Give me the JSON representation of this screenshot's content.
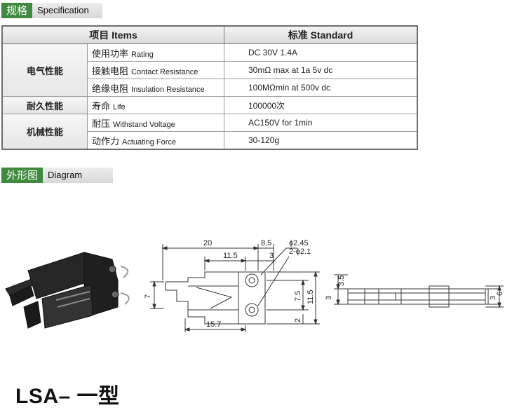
{
  "spec_header": {
    "cn": "规格",
    "en": "Specification"
  },
  "table": {
    "head": {
      "items_cn": "项目",
      "items_en": "Items",
      "standard_cn": "标准",
      "standard_en": "Standard"
    },
    "groups": [
      {
        "category": "电气性能",
        "rows": [
          {
            "cn": "使用功率",
            "en": "Rating",
            "value": "DC 30V 1.4A"
          },
          {
            "cn": "接触电阻",
            "en": "Contact Resistance",
            "value": "30mΩ max at 1a 5v dc"
          },
          {
            "cn": "绝缘电阻",
            "en": "Insulation Resistance",
            "value": "100MΩmin at 500v dc"
          }
        ]
      },
      {
        "category": "耐久性能",
        "rows": [
          {
            "cn": "寿命",
            "en": "Life",
            "value": "100000次"
          }
        ]
      },
      {
        "category": "机械性能",
        "rows": [
          {
            "cn": "耐压",
            "en": "Withstand Voltage",
            "value": "AC150V for 1min"
          },
          {
            "cn": "动作力",
            "en": "Actuating Force",
            "value": "30-120g"
          }
        ]
      }
    ]
  },
  "diagram_header": {
    "cn": "外形图",
    "en": "Diagram"
  },
  "dimensions": {
    "d20": "20",
    "d8_5": "8.5",
    "d11_5_top": "11.5",
    "d3_top": "3",
    "phi245": "ϕ2.45",
    "phi21": "2-ϕ2.1",
    "d7": "7",
    "d7_5": "7.5",
    "d11_5_side": "11.5",
    "d2": "2",
    "d15_7": "15.7",
    "d3_5": "3.5",
    "d3_left": "3",
    "d3_right": "3",
    "d6": "6"
  },
  "model": {
    "title": "LSA– 一型"
  }
}
